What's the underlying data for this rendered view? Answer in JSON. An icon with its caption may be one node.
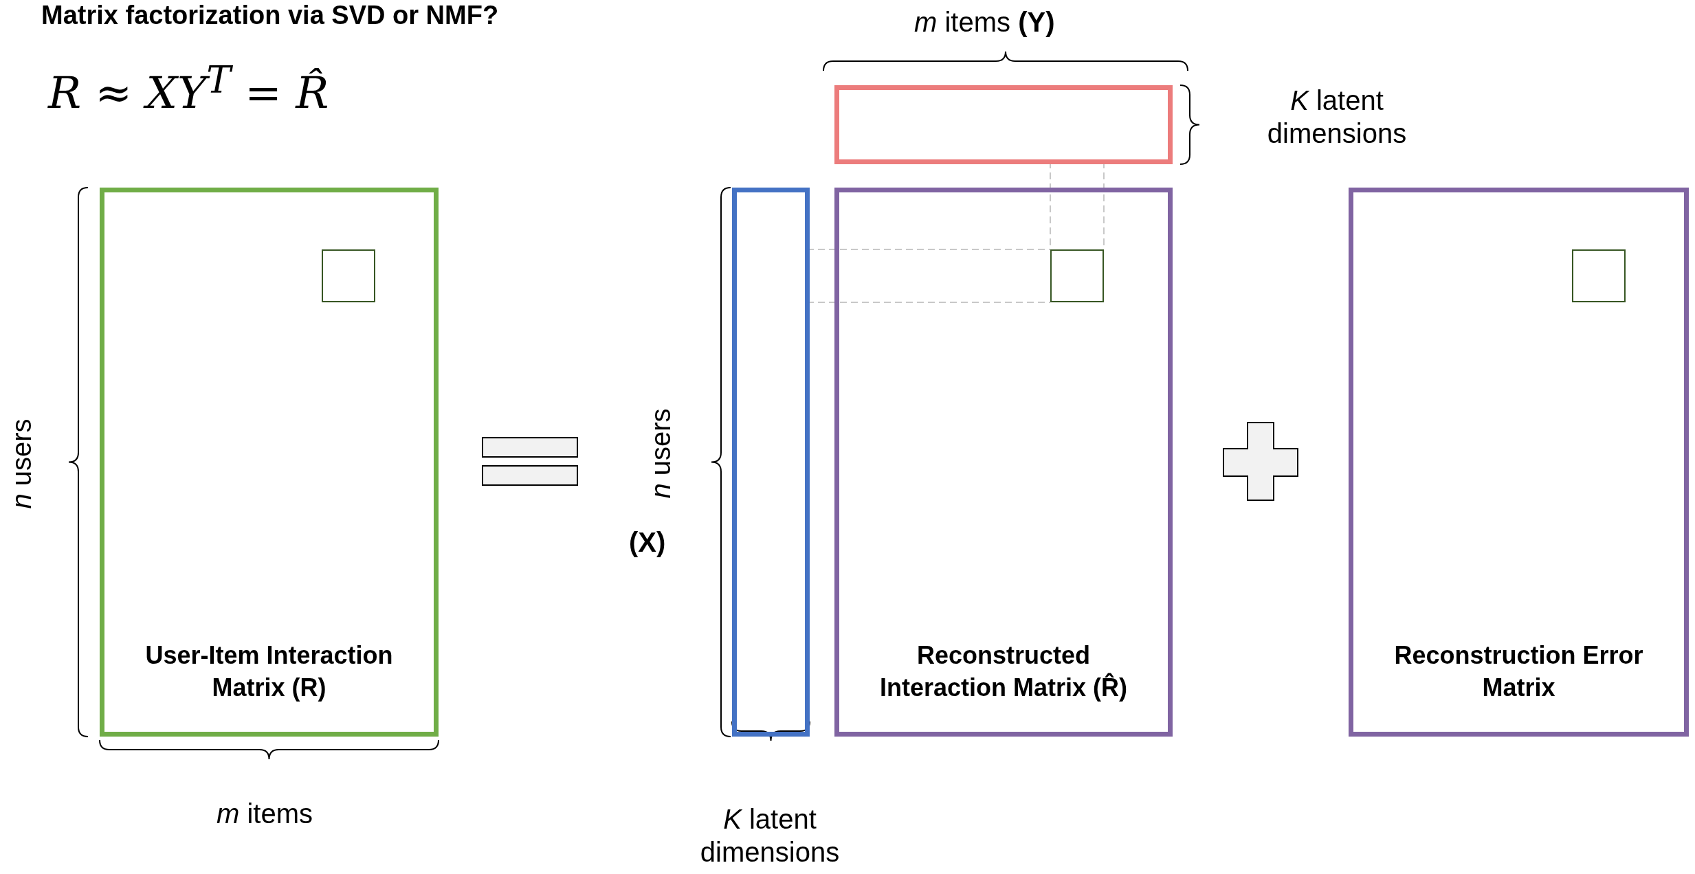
{
  "diagram": {
    "title": "Matrix factorization via SVD or NMF?",
    "nodes": [
      {
        "text": [
          "User-Item Interaction Matrix (R)"
        ]
      },
      {
        "text": [],
        "shape": "box",
        "in": 0
      },
      {
        "text": [],
        "shape": "box"
      },
      {
        "text": [],
        "shape": "box"
      },
      {
        "text": [
          "Reconstructed Interaction Matrix (R̂)"
        ]
      },
      {
        "text": [],
        "shape": "box",
        "in": 4
      },
      {
        "text": [
          "Reconstruction Error Matrix"
        ]
      },
      {
        "text": [],
        "shape": "box",
        "in": 6
      }
    ],
    "edges": [
      {
        "from": 2,
        "to": 5,
        "arrow": "none",
        "style": "dashed"
      },
      {
        "from": 2,
        "to": 5,
        "arrow": "none",
        "style": "dashed"
      },
      {
        "from": 3,
        "to": 5,
        "arrow": "none",
        "style": "dashed"
      },
      {
        "from": 3,
        "to": 5,
        "arrow": "none",
        "style": "dashed"
      }
    ],
    "labels": [
      "R ≈ XY$^{T}$ = R̂",
      "*m* items **(Y)**",
      "*K* latent dimensions",
      "*n* users",
      "*n* users",
      "(X)",
      "*m* items",
      "*K* latent dimensions"
    ]
  }
}
